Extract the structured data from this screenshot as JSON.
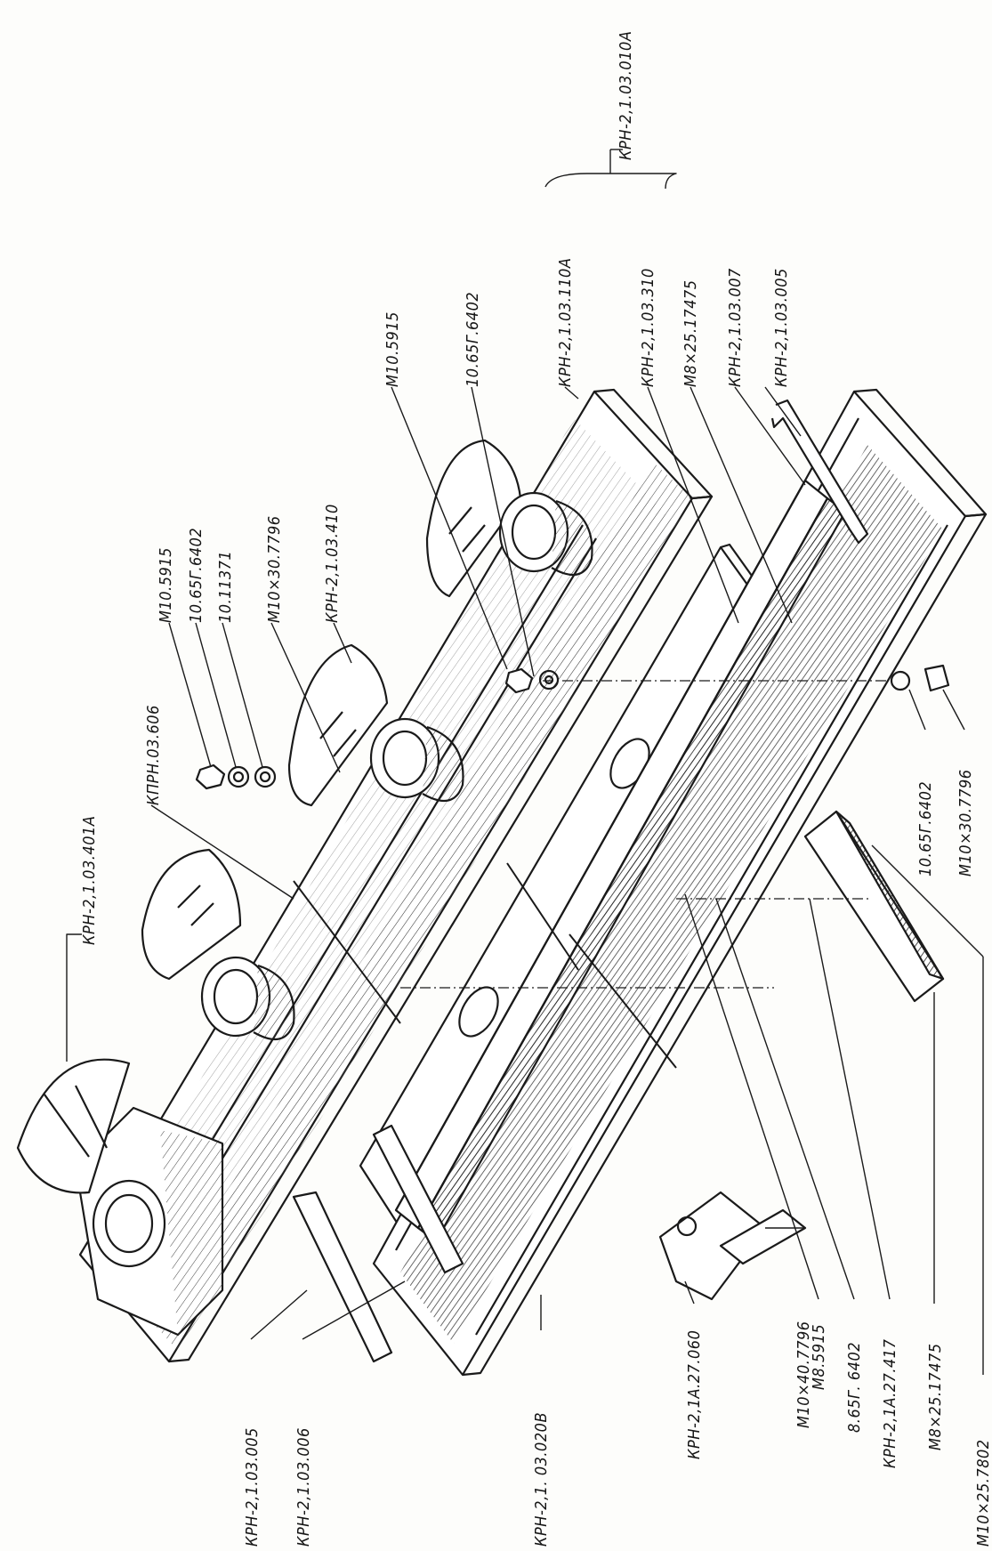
{
  "diagram": {
    "labels": {
      "krn_21_03_401a": "КРН-2,1.03.401А",
      "kprn_03_606": "КПРН.03.606",
      "m10_5915_left": "М10.5915",
      "w10_65g_6402_left": "10.65Г.6402",
      "w10_11371": "10.11371",
      "m10x30_7796_top": "М10×30.7796",
      "krn_21_03_410": "КРН-2,1.03.410",
      "m10_5915_top": "М10.5915",
      "w10_65g_6402_top": "10.65Г.6402",
      "krn_21_03_110a": "КРН-2,1.03.110А",
      "krn_21_03_310": "КРН-2,1.03.310",
      "m8x25_17475_top": "М8×25.17475",
      "krn_21_03_007": "КРН-2,1.03.007",
      "krn_21_03_005_top": "КРН-2,1.03.005",
      "krn_21_03_010a": "КРН-2,1.03.010А",
      "w10_65g_6402_right": "10.65Г.6402",
      "m10x30_7796_right": "М10×30.7796",
      "m10x25_7802": "М10×25.7802",
      "m8x25_17475_bottom": "М8×25.17475",
      "krn_21a_27_417": "КРН-2,1А.27.417",
      "w8_65g_6402": "8.65Г. 6402",
      "m8_5915": "М8.5915",
      "m10x40_7796": "М10×40.7796",
      "krn_21a_27_060": "КРН-2,1А.27.060",
      "krn_21_03_020b": "КРН-2,1. 03.020В",
      "krn_21_03_006": "КРН-2,1.03.006",
      "krn_21_03_005_bottom": "КРН-2,1.03.005"
    }
  }
}
